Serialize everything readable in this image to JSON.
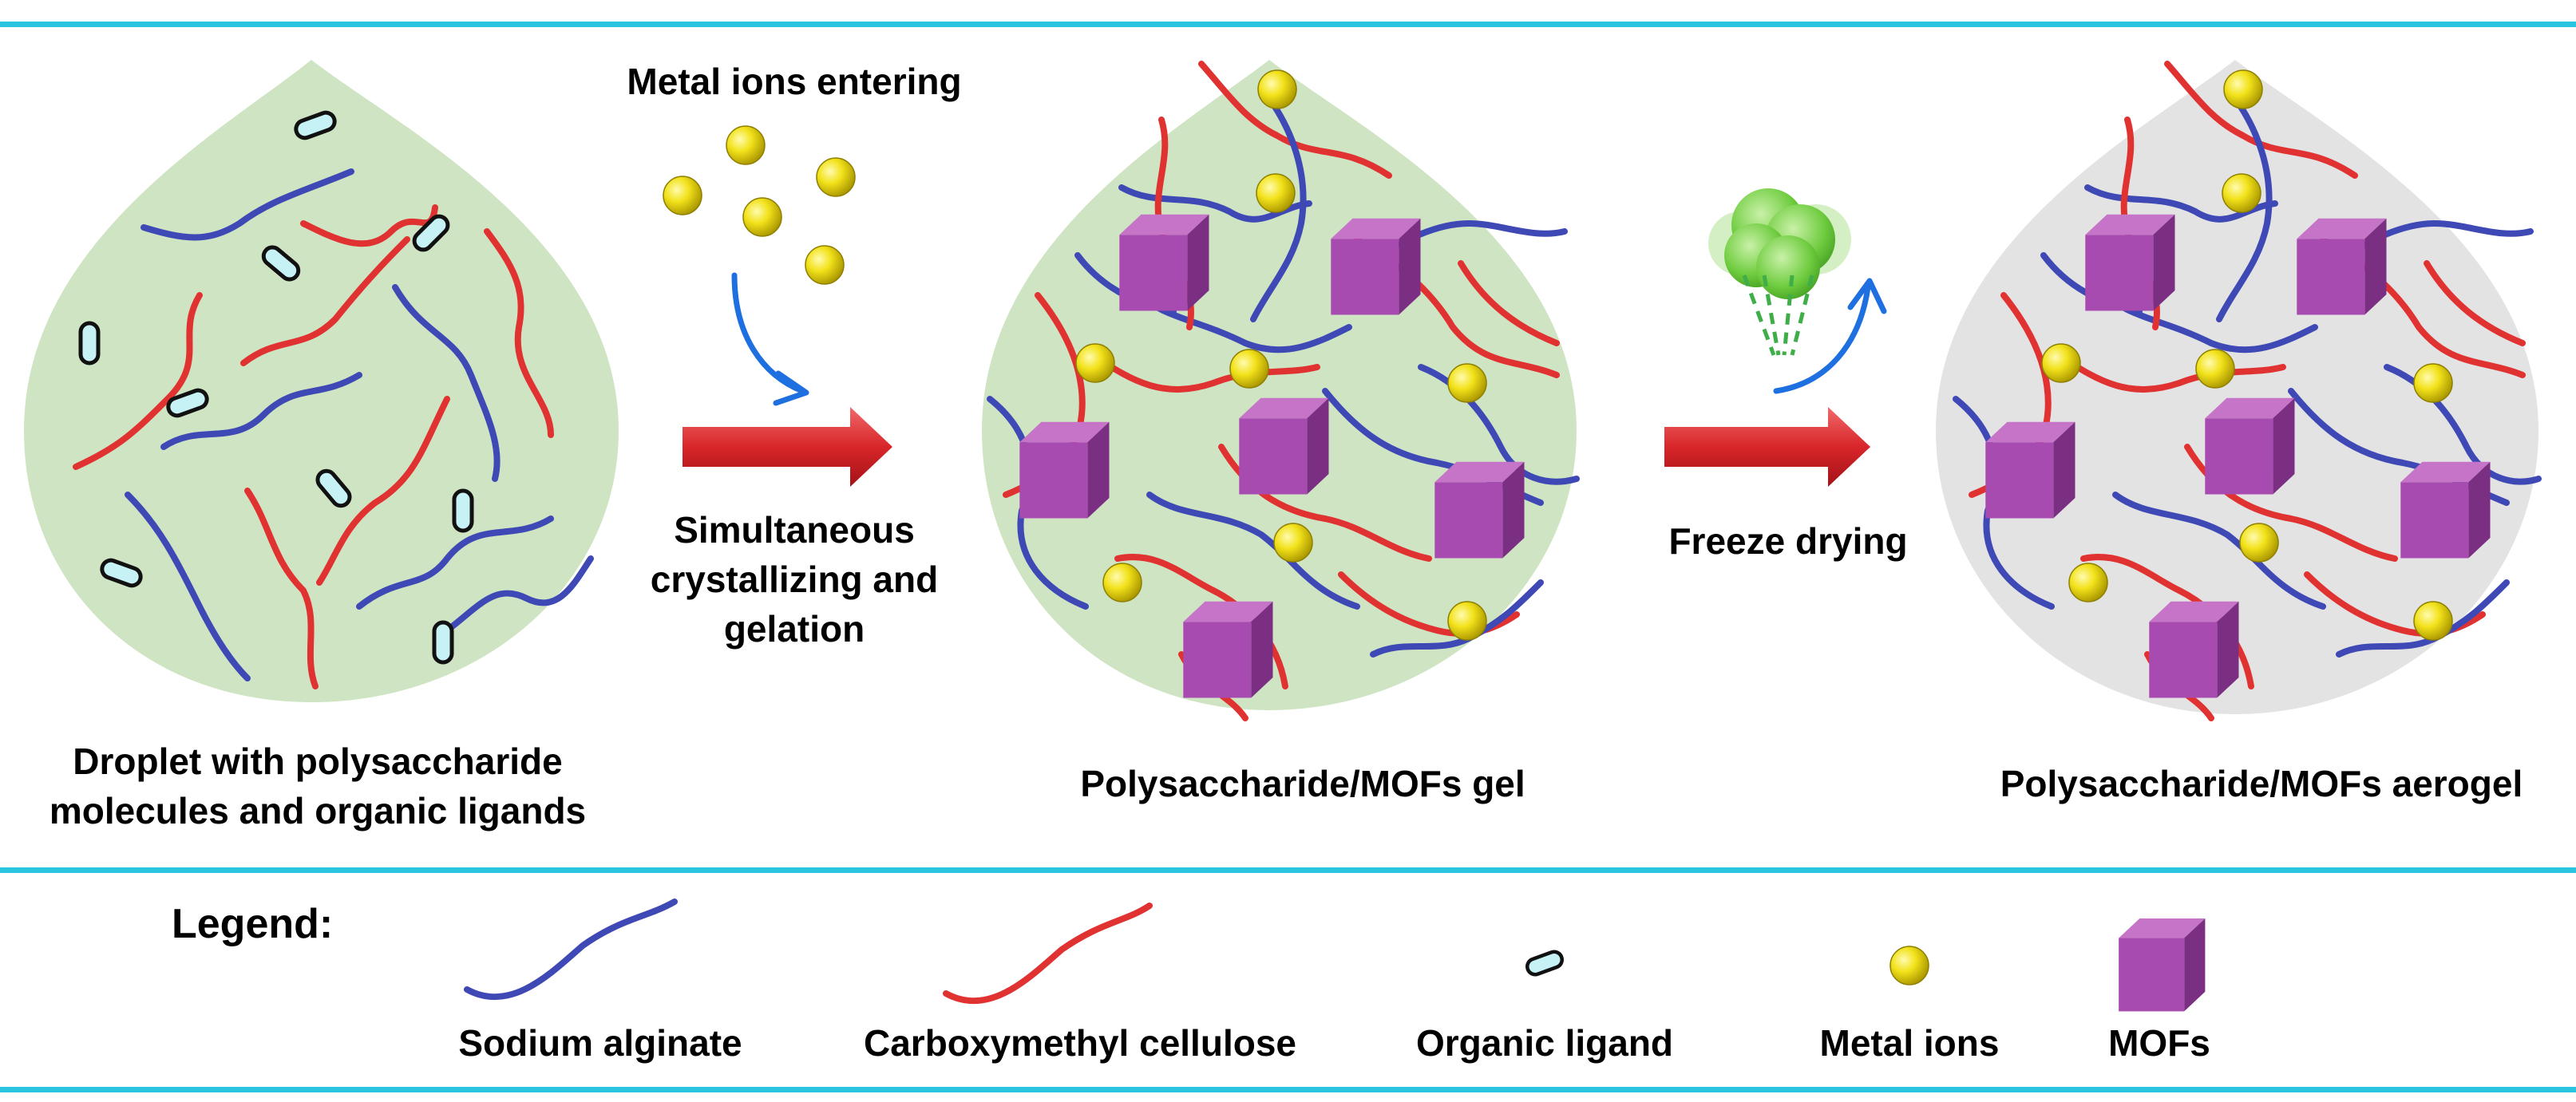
{
  "texts": {
    "metal_ions_entering": "Metal ions entering",
    "process1_line1": "Simultaneous",
    "process1_line2": "crystallizing and",
    "process1_line3": "gelation",
    "process2": "Freeze drying",
    "droplet_caption_line1": "Droplet with polysaccharide",
    "droplet_caption_line2": "molecules and organic ligands",
    "gel_caption": "Polysaccharide/MOFs gel",
    "aerogel_caption": "Polysaccharide/MOFs aerogel"
  },
  "legend": {
    "title": "Legend:",
    "items": [
      {
        "label": "Sodium alginate",
        "icon": "blue-chain-icon"
      },
      {
        "label": "Carboxymethyl cellulose",
        "icon": "red-chain-icon"
      },
      {
        "label": "Organic ligand",
        "icon": "ligand-capsule-icon"
      },
      {
        "label": "Metal ions",
        "icon": "metal-ion-sphere-icon"
      },
      {
        "label": "MOFs",
        "icon": "mof-cube-icon"
      }
    ]
  },
  "colors": {
    "rule": "#29c4e0",
    "gel_fill": "#cfe4c3",
    "aerogel_fill": "#e3e3e3",
    "alginate_blue": "#3f49b5",
    "cmc_red": "#e13232",
    "ligand_cyan": "#c7f2f5",
    "metal_yellow": "#f2e21a",
    "mof_purple": "#a84bb0",
    "arrow_red": "#d8262a",
    "curve_arrow_blue": "#1e6fe0",
    "cloud_green": "#76cb4c"
  }
}
